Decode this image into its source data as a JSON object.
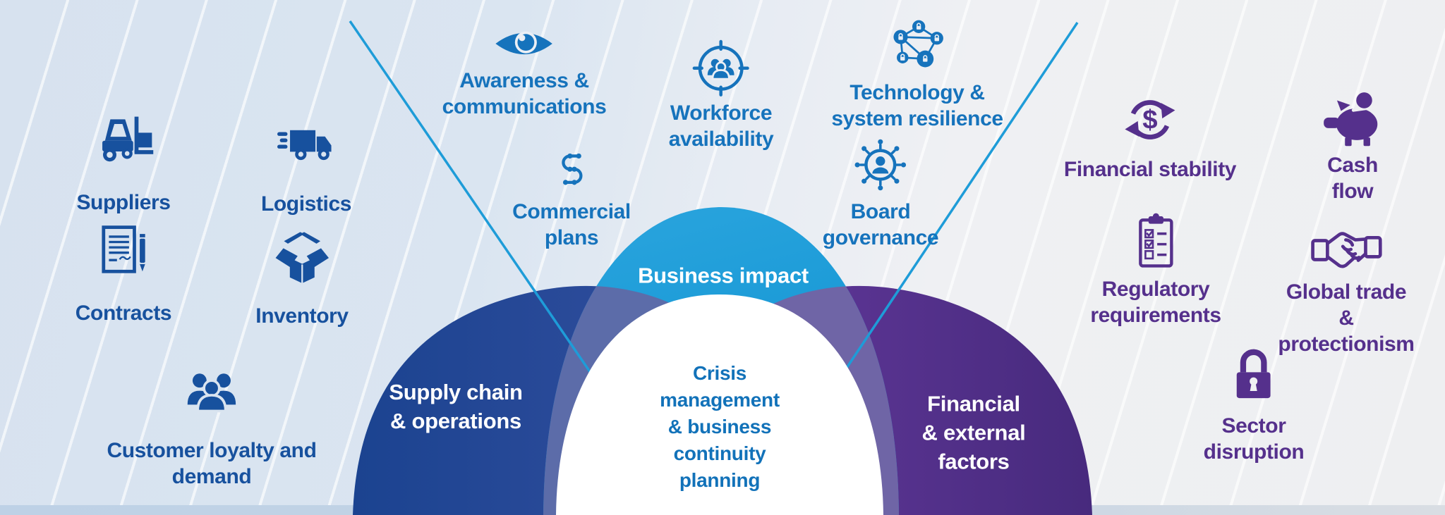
{
  "palette": {
    "left_text_navy": "#17519e",
    "center_text_blue": "#1673bc",
    "right_text_purple": "#55308c",
    "funnel_line_cyan": "#1e9cd8",
    "supply_dome_dark": "#1b4390",
    "supply_dome_light": "#5e6cb0",
    "impact_dome_blue": "#129ad8",
    "financial_dome_purple": "#55318d",
    "center_circle": "#ffffff",
    "bg_left": "#d7e2ef",
    "bg_right": "#eff0f3",
    "bottom_strip": "#bed1e6"
  },
  "items": {
    "suppliers": {
      "label": "Suppliers"
    },
    "logistics": {
      "label": "Logistics"
    },
    "contracts": {
      "label": "Contracts"
    },
    "inventory": {
      "label": "Inventory"
    },
    "customer_loyalty": {
      "label": "Customer loyalty and\ndemand"
    },
    "awareness": {
      "label": "Awareness &\ncommunications"
    },
    "workforce": {
      "label": "Workforce\navailability"
    },
    "commercial_plans": {
      "label": "Commercial\nplans"
    },
    "technology": {
      "label": "Technology &\nsystem resilience"
    },
    "board_governance": {
      "label": "Board\ngovernance"
    },
    "financial_stability": {
      "label": "Financial stability"
    },
    "cash_flow": {
      "label": "Cash flow"
    },
    "regulatory": {
      "label": "Regulatory\nrequirements"
    },
    "global_trade": {
      "label": "Global trade &\nprotectionism"
    },
    "sector_disruption": {
      "label": "Sector\ndisruption"
    }
  },
  "domes": {
    "supply_chain": {
      "label": "Supply chain\n& operations"
    },
    "business_impact": {
      "label": "Business impact"
    },
    "financial_external": {
      "label": "Financial\n& external\nfactors"
    },
    "center_circle": {
      "label": "Crisis\nmanagement\n& business\ncontinuity\nplanning"
    }
  }
}
